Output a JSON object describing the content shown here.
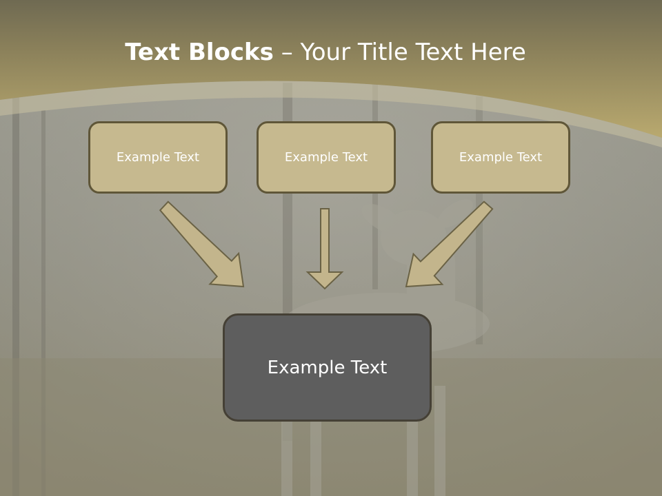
{
  "title": {
    "bold": "Text Blocks",
    "rest": " – Your Title Text Here"
  },
  "blocks": {
    "top": [
      "Example Text",
      "Example Text",
      "Example Text"
    ],
    "main": "Example Text"
  },
  "colors": {
    "header": "#b5a66f",
    "block_fill": "#c6b98f",
    "block_border": "#5f5638",
    "main_fill": "#5e5e5e",
    "arrow_fill": "#c3b58c",
    "arrow_stroke": "#6a6245",
    "text": "#ffffff"
  }
}
